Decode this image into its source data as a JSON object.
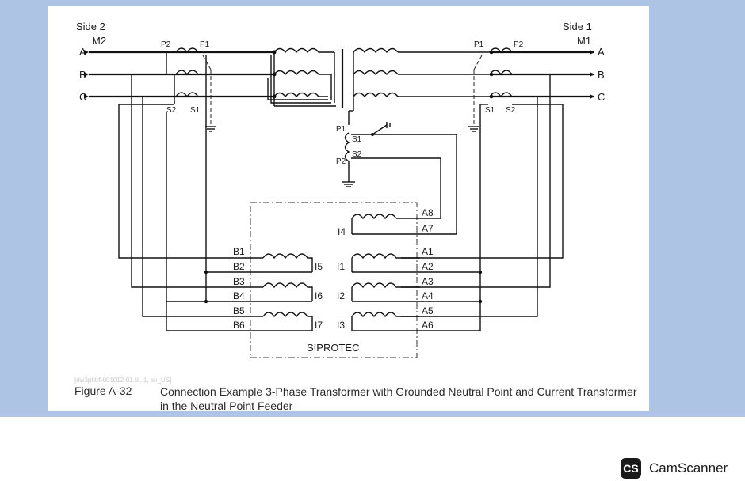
{
  "labels": {
    "side_left": "Side 2",
    "side_right": "Side 1",
    "bus_left": "M2",
    "bus_right": "M1",
    "phase_a": "A",
    "phase_b": "B",
    "phase_c": "C",
    "p1": "P1",
    "p2": "P2",
    "s1": "S1",
    "s2": "S2",
    "device": "SIPROTEC",
    "i1": "I1",
    "i2": "I2",
    "i3": "I3",
    "i4": "I4",
    "i5": "I5",
    "i6": "I6",
    "i7": "I7",
    "a1": "A1",
    "a2": "A2",
    "a3": "A3",
    "a4": "A4",
    "a5": "A5",
    "a6": "A6",
    "a7": "A7",
    "a8": "A8",
    "b1": "B1",
    "b2": "B2",
    "b3": "B3",
    "b4": "B4",
    "b5": "B5",
    "b6": "B6"
  },
  "caption": {
    "doc_id": "[dw3phtrf-001012-01.tif, 1, en_US]",
    "figure_number": "Figure A-32",
    "text": "Connection Example 3-Phase Transformer with Grounded Neutral Point and Current Transformer in the Neutral Point Feeder"
  },
  "watermark": {
    "badge": "CS",
    "name": "CamScanner"
  },
  "colors": {
    "background": "#aec4e4",
    "sheet": "#ffffff",
    "ink": "#111111"
  }
}
